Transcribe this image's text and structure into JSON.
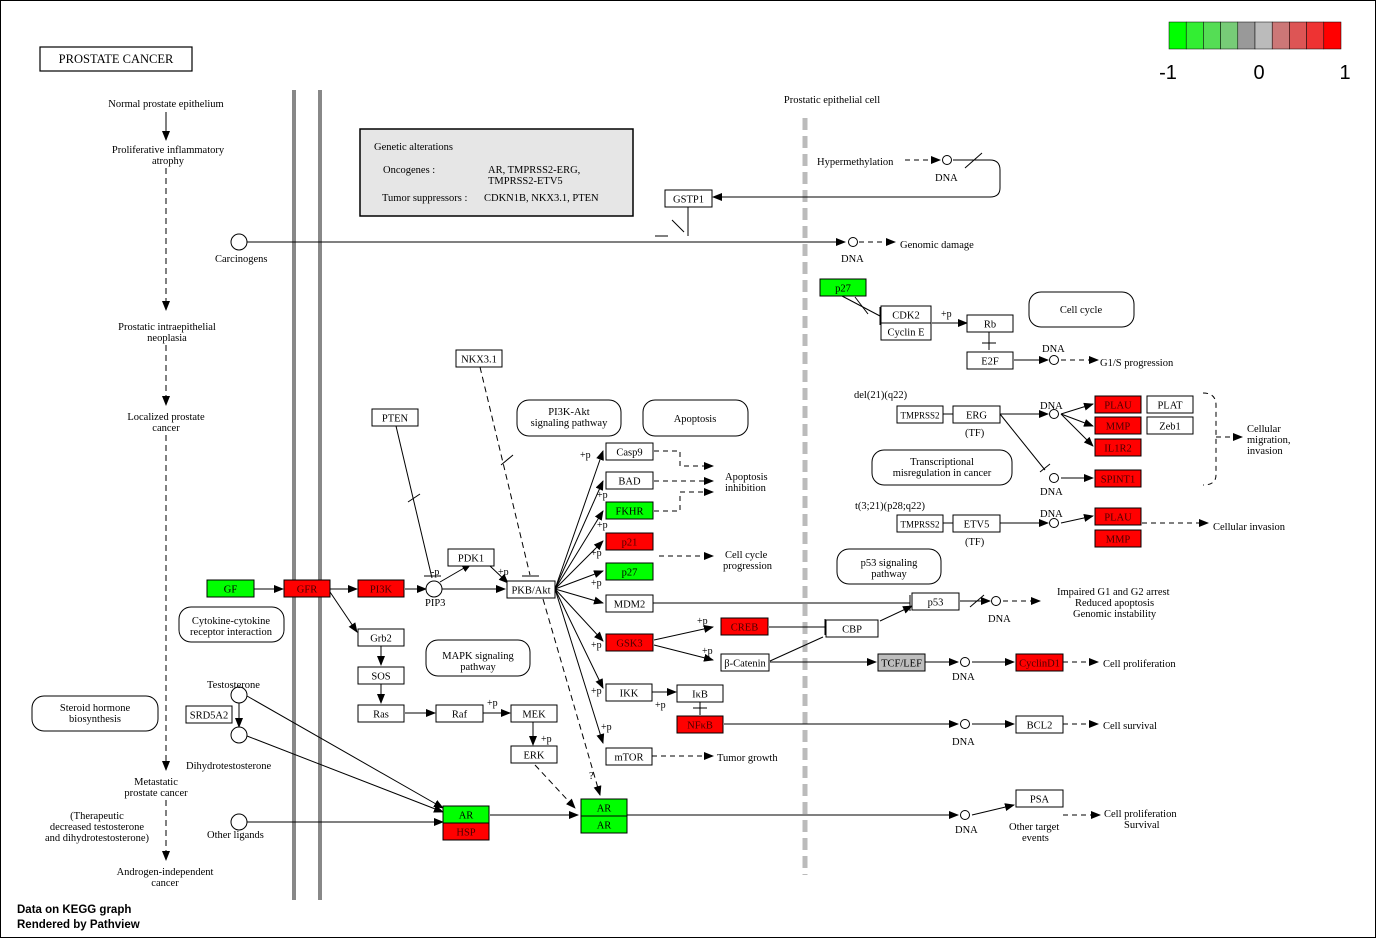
{
  "title": "PROSTATE CANCER",
  "legend": {
    "colors": [
      "#00ff00",
      "#33ee33",
      "#55dd55",
      "#77cc77",
      "#999999",
      "#bbbbbb",
      "#cc7777",
      "#dd5555",
      "#ee3333",
      "#ff0000"
    ],
    "ticks": [
      "-1",
      "0",
      "1"
    ]
  },
  "colors": {
    "up": "#ff0000",
    "down": "#00ff00",
    "none": "#ffffff",
    "gray": "#bebebe"
  },
  "footer": {
    "line1": "Data on KEGG graph",
    "line2": "Rendered by Pathview"
  },
  "progression": {
    "s1": "Normal prostate epithelium",
    "s2a": "Proliferative inflammatory",
    "s2b": "atrophy",
    "s3a": "Prostatic intraepithelial",
    "s3b": "neoplasia",
    "s4a": "Localized prostate",
    "s4b": "cancer",
    "s5a": "Metastatic",
    "s5b": "prostate cancer",
    "th1": "(Therapeutic",
    "th2": "decreased testosterone",
    "th3": "and dihydrotestosterone)",
    "s6a": "Androgen-independent",
    "s6b": "cancer"
  },
  "cell_label": "Prostatic epithelial cell",
  "alterations": {
    "title": "Genetic alterations",
    "onc_label": "Oncogenes :",
    "onc_value1": "AR, TMPRSS2-ERG,",
    "onc_value2": "TMPRSS2-ETV5",
    "ts_label": "Tumor suppressors :",
    "ts_value": "CDKN1B, NKX3.1, PTEN"
  },
  "maps": {
    "pi3k_akt1": "PI3K-Akt",
    "pi3k_akt2": "signaling pathway",
    "apoptosis": "Apoptosis",
    "cell_cycle": "Cell cycle",
    "transcr1": "Transcriptional",
    "transcr2": "misregulation in cancer",
    "p53_1": "p53 signaling",
    "p53_2": "pathway",
    "cytokine1": "Cytokine-cytokine",
    "cytokine2": "receptor interaction",
    "mapk1": "MAPK signaling",
    "mapk2": "pathway",
    "steroid1": "Steroid hormone",
    "steroid2": "biosynthesis"
  },
  "genes": {
    "gstp1": "GSTP1",
    "p27_top": "p27",
    "cdk2": "CDK2",
    "cyclin_e": "Cyclin E",
    "rb": "Rb",
    "e2f": "E2F",
    "nkx31": "NKX3.1",
    "pten": "PTEN",
    "pdk1": "PDK1",
    "pkb": "PKB/Akt",
    "casp9": "Casp9",
    "bad": "BAD",
    "fkhr": "FKHR",
    "p21": "p21",
    "p27": "p27",
    "mdm2": "MDM2",
    "gsk3": "GSK3",
    "creb": "CREB",
    "bcatenin": "β-Catenin",
    "cbp": "CBP",
    "p53": "p53",
    "tcflef": "TCF/LEF",
    "cyclind1": "CyclinD1",
    "ikk": "IKK",
    "ikb": "IκB",
    "nfkb": "NFκB",
    "bcl2": "BCL2",
    "mtor": "mTOR",
    "gf": "GF",
    "gfr": "GFR",
    "pi3k": "PI3K",
    "grb2": "Grb2",
    "sos": "SOS",
    "ras": "Ras",
    "raf": "Raf",
    "mek": "MEK",
    "erk": "ERK",
    "srd5a2": "SRD5A2",
    "ar1": "AR",
    "hsp": "HSP",
    "ar2": "AR",
    "ar3": "AR",
    "psa": "PSA",
    "tmprss2a": "TMPRSS2",
    "erg": "ERG",
    "plau1": "PLAU",
    "plat": "PLAT",
    "mmp1": "MMP",
    "zeb1": "Zeb1",
    "il1r2": "IL1R2",
    "spint1": "SPINT1",
    "tmprss2b": "TMPRSS2",
    "etv5": "ETV5",
    "plau2": "PLAU",
    "mmp2": "MMP"
  },
  "labels": {
    "hypermeth": "Hypermethylation",
    "dna": "DNA",
    "genomic_damage": "Genomic damage",
    "carcinogens": "Carcinogens",
    "g1s": "G1/S progression",
    "del21": "del(21)(q22)",
    "tf": "(TF)",
    "t321": "t(3;21)(p28;q22)",
    "cell_mig1": "Cellular",
    "cell_mig2": "migration,",
    "cell_mig3": "invasion",
    "cell_inv": "Cellular invasion",
    "apo_inh1": "Apoptosis",
    "apo_inh2": "inhibition",
    "ccp1": "Cell cycle",
    "ccp2": "progression",
    "imp1": "Impaired G1 and G2 arrest",
    "imp2": "Reduced apoptosis",
    "imp3": "Genomic instability",
    "cell_prolif": "Cell proliferation",
    "cell_surv": "Cell survival",
    "tumor_growth": "Tumor growth",
    "pip3": "PIP3",
    "testosterone": "Testosterone",
    "dht": "Dihydrotestosterone",
    "other_ligands": "Other ligands",
    "other_target1": "Other target",
    "other_target2": "events",
    "cps1": "Cell proliferation",
    "cps2": "Survival",
    "plus_p": "+p",
    "minus_p": "-p",
    "question": "?"
  }
}
